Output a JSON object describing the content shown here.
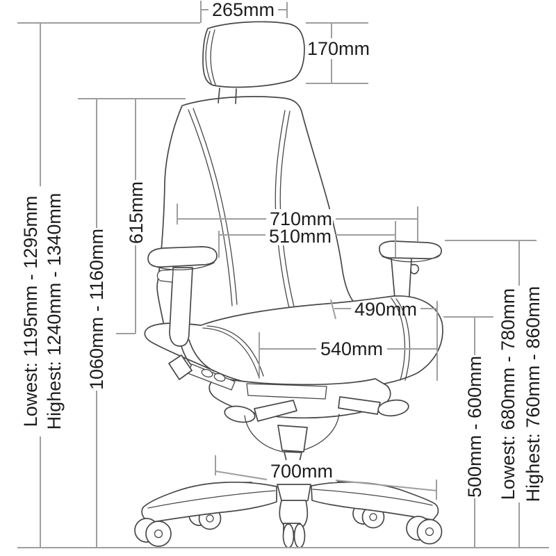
{
  "colors": {
    "line_art": "#474747",
    "dimension_lines": "#9e9e9e",
    "text": "#1d1d1d",
    "background": "#ffffff"
  },
  "dimensions": {
    "headrest_width": "265mm",
    "headrest_height": "170mm",
    "overall_height_lowest": "Lowest: 1195mm - 1295mm",
    "overall_height_highest": "Highest: 1240mm - 1340mm",
    "backrest_top_height": "1060mm - 1160mm",
    "backrest_height": "615mm",
    "width_across_armrests": "710mm",
    "backrest_width": "510mm",
    "seat_depth": "490mm",
    "seat_width": "540mm",
    "seat_height": "500mm - 600mm",
    "armrest_height_lowest": "Lowest: 680mm - 780mm",
    "armrest_height_highest": "Highest: 760mm - 860mm",
    "base_width": "700mm"
  }
}
